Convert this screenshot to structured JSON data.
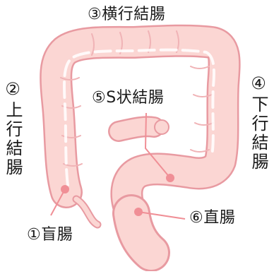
{
  "labels": {
    "transverse": "③横行結腸",
    "ascending": "②上行結腸",
    "descending": "④下行結腸",
    "sigmoid": "⑤S状結腸",
    "cecum": "①盲腸",
    "rectum": "⑥直腸"
  },
  "colors": {
    "outline": "#e89aa1",
    "fill": "#fbd6d3",
    "inner_highlight": "#ffffff",
    "marker": "#f08f96",
    "pointer_line": "#f08f96",
    "text": "#1a1a1a"
  }
}
